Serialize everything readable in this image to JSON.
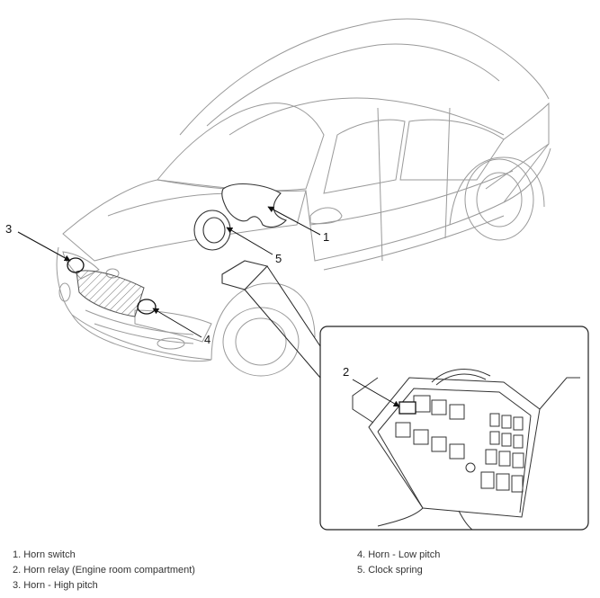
{
  "callouts": {
    "c1": "1",
    "c2": "2",
    "c3": "3",
    "c4": "4",
    "c5": "5"
  },
  "legend": {
    "items": [
      "1. Horn switch",
      "2. Horn relay (Engine room compartment)",
      "3. Horn - High pitch",
      "4. Horn - Low pitch",
      "5. Clock spring"
    ]
  }
}
